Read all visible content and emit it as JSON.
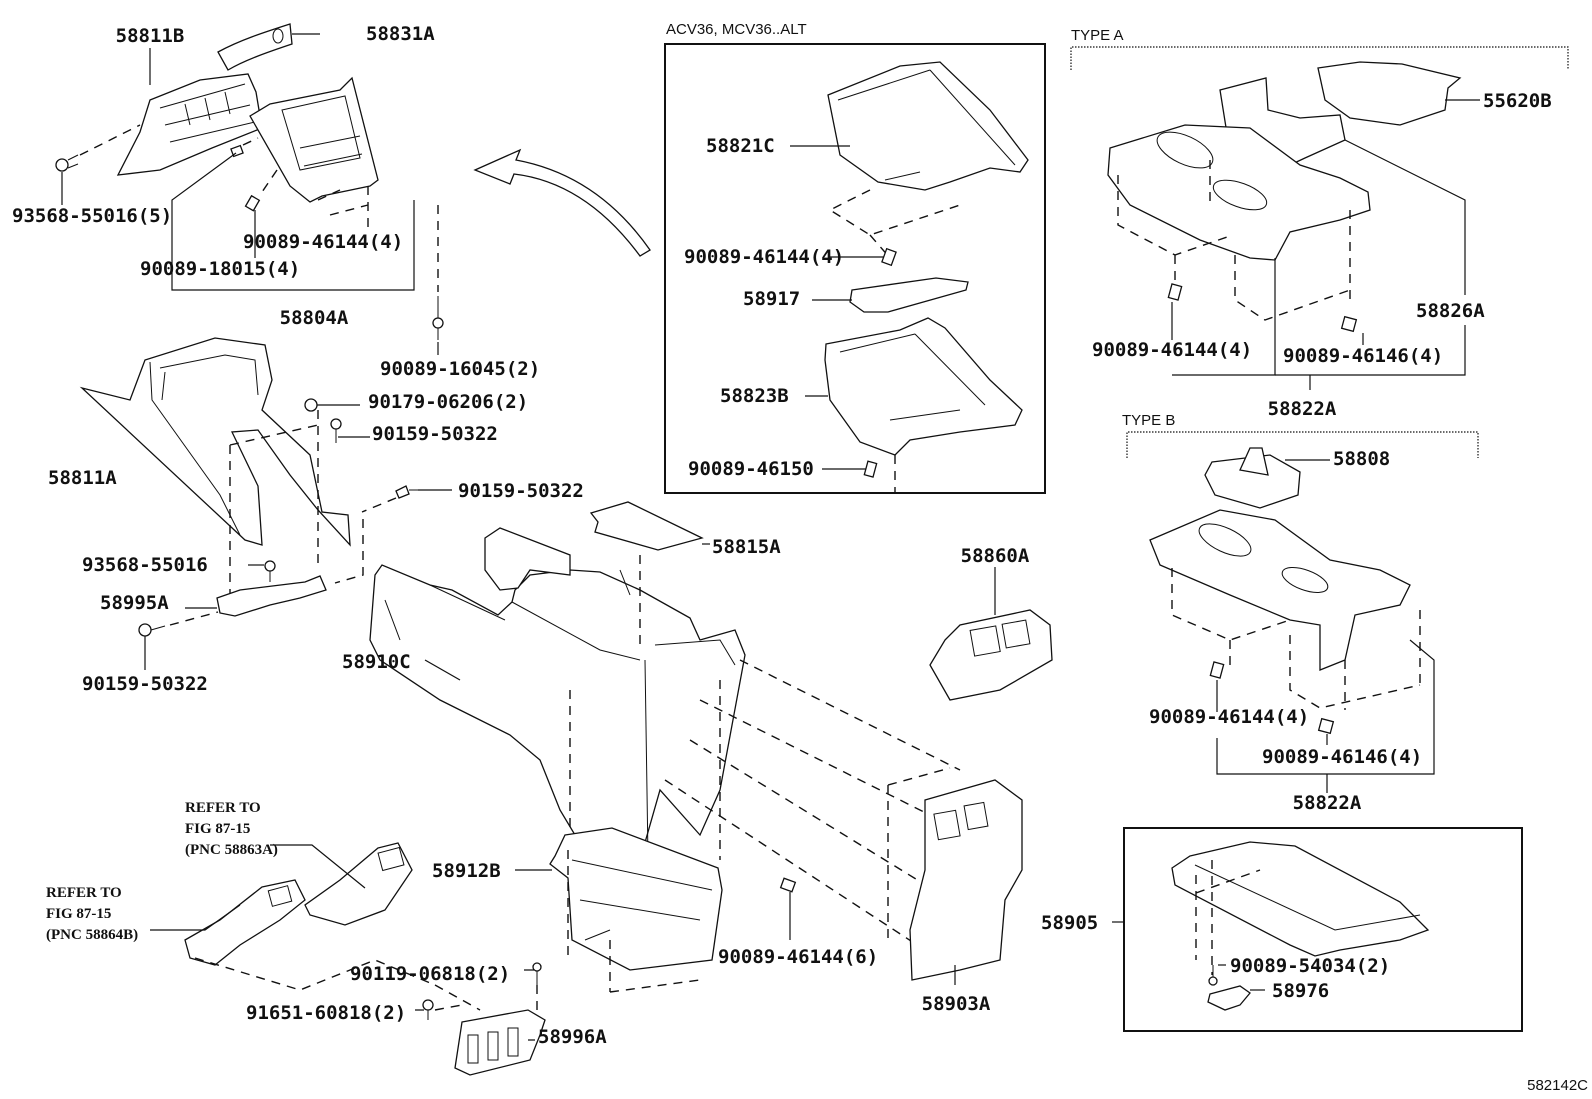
{
  "diagram": {
    "figure_code": "582142C",
    "groups": {
      "alt": {
        "header": "ACV36, MCV36..ALT"
      },
      "type_a": {
        "header": "TYPE A"
      },
      "type_b": {
        "header": "TYPE B"
      }
    },
    "labels": {
      "p58811B": "58811B",
      "p58831A": "58831A",
      "p93568_55016_5": "93568-55016(5)",
      "p90089_46144_4_top": "90089-46144(4)",
      "p90089_18015_4": "90089-18015(4)",
      "p58804A": "58804A",
      "p90089_16045_2": "90089-16045(2)",
      "p90179_06206_2": "90179-06206(2)",
      "p90159_50322_a": "90159-50322",
      "p58811A": "58811A",
      "p90159_50322_b": "90159-50322",
      "p93568_55016": "93568-55016",
      "p58995A": "58995A",
      "p90159_50322_c": "90159-50322",
      "p58815A": "58815A",
      "p58910C": "58910C",
      "p58912B": "58912B",
      "p90119_06818_2": "90119-06818(2)",
      "p91651_60818_2": "91651-60818(2)",
      "p58996A": "58996A",
      "p90089_46144_6": "90089-46144(6)",
      "p58903A": "58903A",
      "p58860A": "58860A",
      "alt_58821C": "58821C",
      "alt_90089_46144_4": "90089-46144(4)",
      "alt_58917": "58917",
      "alt_58823B": "58823B",
      "alt_90089_46150": "90089-46150",
      "a_55620B": "55620B",
      "a_58826A": "58826A",
      "a_90089_46144_4": "90089-46144(4)",
      "a_90089_46146_4": "90089-46146(4)",
      "a_58822A": "58822A",
      "b_58808": "58808",
      "b_90089_46144_4": "90089-46144(4)",
      "b_90089_46146_4": "90089-46146(4)",
      "b_58822A": "58822A",
      "p58905": "58905",
      "p90089_54034_2": "90089-54034(2)",
      "p58976": "58976"
    },
    "notes": {
      "refer_upper": [
        "REFER TO",
        "FIG 87-15",
        "(PNC 58863A)"
      ],
      "refer_lower": [
        "REFER TO",
        "FIG 87-15",
        "(PNC 58864B)"
      ]
    }
  }
}
